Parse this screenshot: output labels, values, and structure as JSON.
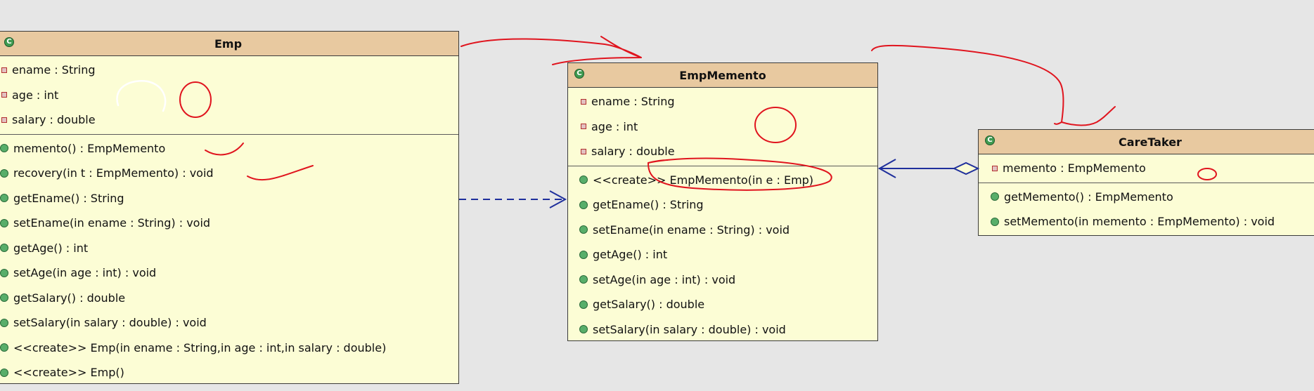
{
  "classes": {
    "emp": {
      "name": "Emp",
      "fields": [
        "ename : String",
        "age : int",
        "salary : double"
      ],
      "methods": [
        "memento() : EmpMemento",
        "recovery(in t : EmpMemento) : void",
        "getEname() : String",
        "setEname(in ename : String) : void",
        "getAge() : int",
        "setAge(in age : int) : void",
        "getSalary() : double",
        "setSalary(in salary : double) : void",
        "<<create>> Emp(in ename : String,in age : int,in salary : double)",
        "<<create>> Emp()"
      ]
    },
    "empmemento": {
      "name": "EmpMemento",
      "fields": [
        "ename : String",
        "age : int",
        "salary : double"
      ],
      "methods": [
        "<<create>> EmpMemento(in e : Emp)",
        "getEname() : String",
        "setEname(in ename : String) : void",
        "getAge() : int",
        "setAge(in age : int) : void",
        "getSalary() : double",
        "setSalary(in salary : double) : void"
      ]
    },
    "caretaker": {
      "name": "CareTaker",
      "fields": [
        "memento : EmpMemento"
      ],
      "methods": [
        "getMemento() : EmpMemento",
        "setMemento(in memento : EmpMemento) : void"
      ]
    }
  },
  "icons": {
    "class": "class-icon",
    "field": "private-field-icon",
    "method": "public-method-icon"
  },
  "colors": {
    "background": "#e6e6e6",
    "class_header": "#e8c9a0",
    "class_body": "#fcfdd5",
    "dependency_arrow": "#1f2f9c",
    "aggregation_line": "#1f2f9c",
    "annotation_ink": "#e0141e"
  }
}
